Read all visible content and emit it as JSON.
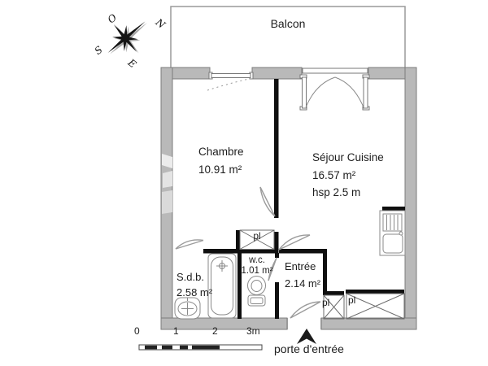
{
  "compass": {
    "north": "N",
    "east": "E",
    "south": "S",
    "west": "O"
  },
  "balcony_label": "Balcon",
  "rooms": {
    "chambre": {
      "name": "Chambre",
      "area": "10.91 m²"
    },
    "sejour": {
      "name": "Séjour Cuisine",
      "area": "16.57 m²",
      "height": "hsp 2.5 m"
    },
    "sdb": {
      "name": "S.d.b.",
      "area": "2.58 m²"
    },
    "wc": {
      "name": "w.c.",
      "area": "1.01 m²"
    },
    "entree": {
      "name": "Entrée",
      "area": "2.14 m²"
    }
  },
  "closets": {
    "closet1": "pl",
    "closet2": "pl",
    "closet3": "pl"
  },
  "scale": {
    "tick0": "0",
    "tick1": "1",
    "tick2": "2",
    "tick3": "3m"
  },
  "entrance_label": "porte d'entrée",
  "colors": {
    "exterior_wall": "#b9b9b9",
    "exterior_wall_stroke": "#7c7c7c",
    "interior_wall": "#0f0f0f",
    "fixture_line": "#8a8a8a",
    "balcony_line": "#9a9a9a"
  }
}
